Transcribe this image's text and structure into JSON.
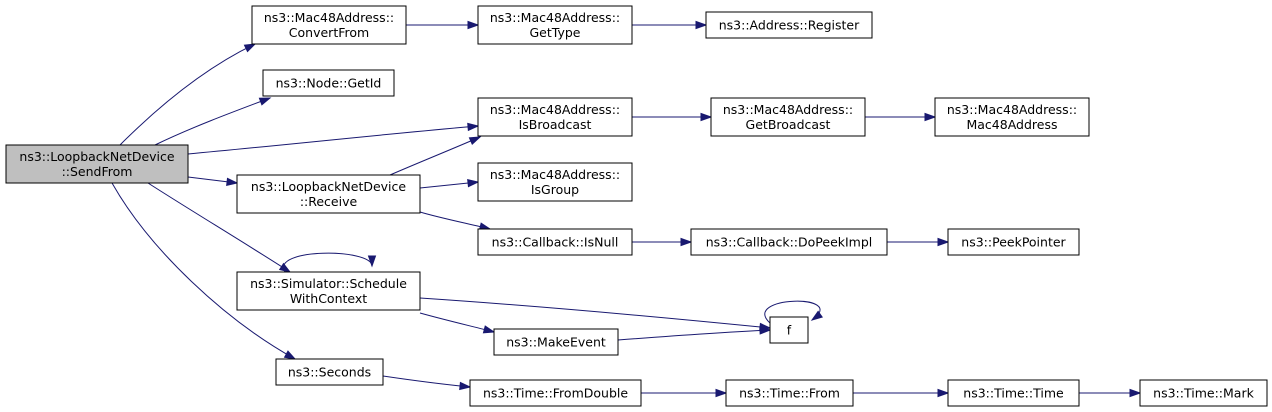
{
  "nodes": {
    "send_from": [
      "ns3::LoopbackNetDevice",
      "::SendFrom"
    ],
    "convert_from": [
      "ns3::Mac48Address::",
      "ConvertFrom"
    ],
    "get_type": [
      "ns3::Mac48Address::",
      "GetType"
    ],
    "address_register": [
      "ns3::Address::Register"
    ],
    "node_get_id": [
      "ns3::Node::GetId"
    ],
    "is_broadcast": [
      "ns3::Mac48Address::",
      "IsBroadcast"
    ],
    "get_broadcast": [
      "ns3::Mac48Address::",
      "GetBroadcast"
    ],
    "mac48_ctor": [
      "ns3::Mac48Address::",
      "Mac48Address"
    ],
    "receive": [
      "ns3::LoopbackNetDevice",
      "::Receive"
    ],
    "is_group": [
      "ns3::Mac48Address::",
      "IsGroup"
    ],
    "callback_is_null": [
      "ns3::Callback::IsNull"
    ],
    "do_peek_impl": [
      "ns3::Callback::DoPeekImpl"
    ],
    "peek_pointer": [
      "ns3::PeekPointer"
    ],
    "schedule_with_context": [
      "ns3::Simulator::Schedule",
      "WithContext"
    ],
    "f": [
      "f"
    ],
    "make_event": [
      "ns3::MakeEvent"
    ],
    "seconds": [
      "ns3::Seconds"
    ],
    "from_double": [
      "ns3::Time::FromDouble"
    ],
    "time_from": [
      "ns3::Time::From"
    ],
    "time_time": [
      "ns3::Time::Time"
    ],
    "time_mark": [
      "ns3::Time::Mark"
    ]
  },
  "edges": [
    [
      "send_from",
      "convert_from"
    ],
    [
      "send_from",
      "node_get_id"
    ],
    [
      "send_from",
      "is_broadcast"
    ],
    [
      "send_from",
      "receive"
    ],
    [
      "send_from",
      "schedule_with_context"
    ],
    [
      "send_from",
      "seconds"
    ],
    [
      "convert_from",
      "get_type"
    ],
    [
      "get_type",
      "address_register"
    ],
    [
      "is_broadcast",
      "get_broadcast"
    ],
    [
      "get_broadcast",
      "mac48_ctor"
    ],
    [
      "receive",
      "is_broadcast"
    ],
    [
      "receive",
      "is_group"
    ],
    [
      "receive",
      "callback_is_null"
    ],
    [
      "callback_is_null",
      "do_peek_impl"
    ],
    [
      "do_peek_impl",
      "peek_pointer"
    ],
    [
      "schedule_with_context",
      "schedule_with_context"
    ],
    [
      "schedule_with_context",
      "f"
    ],
    [
      "schedule_with_context",
      "make_event"
    ],
    [
      "make_event",
      "f"
    ],
    [
      "f",
      "f"
    ],
    [
      "seconds",
      "from_double"
    ],
    [
      "from_double",
      "time_from"
    ],
    [
      "time_from",
      "time_time"
    ],
    [
      "time_time",
      "time_mark"
    ]
  ]
}
